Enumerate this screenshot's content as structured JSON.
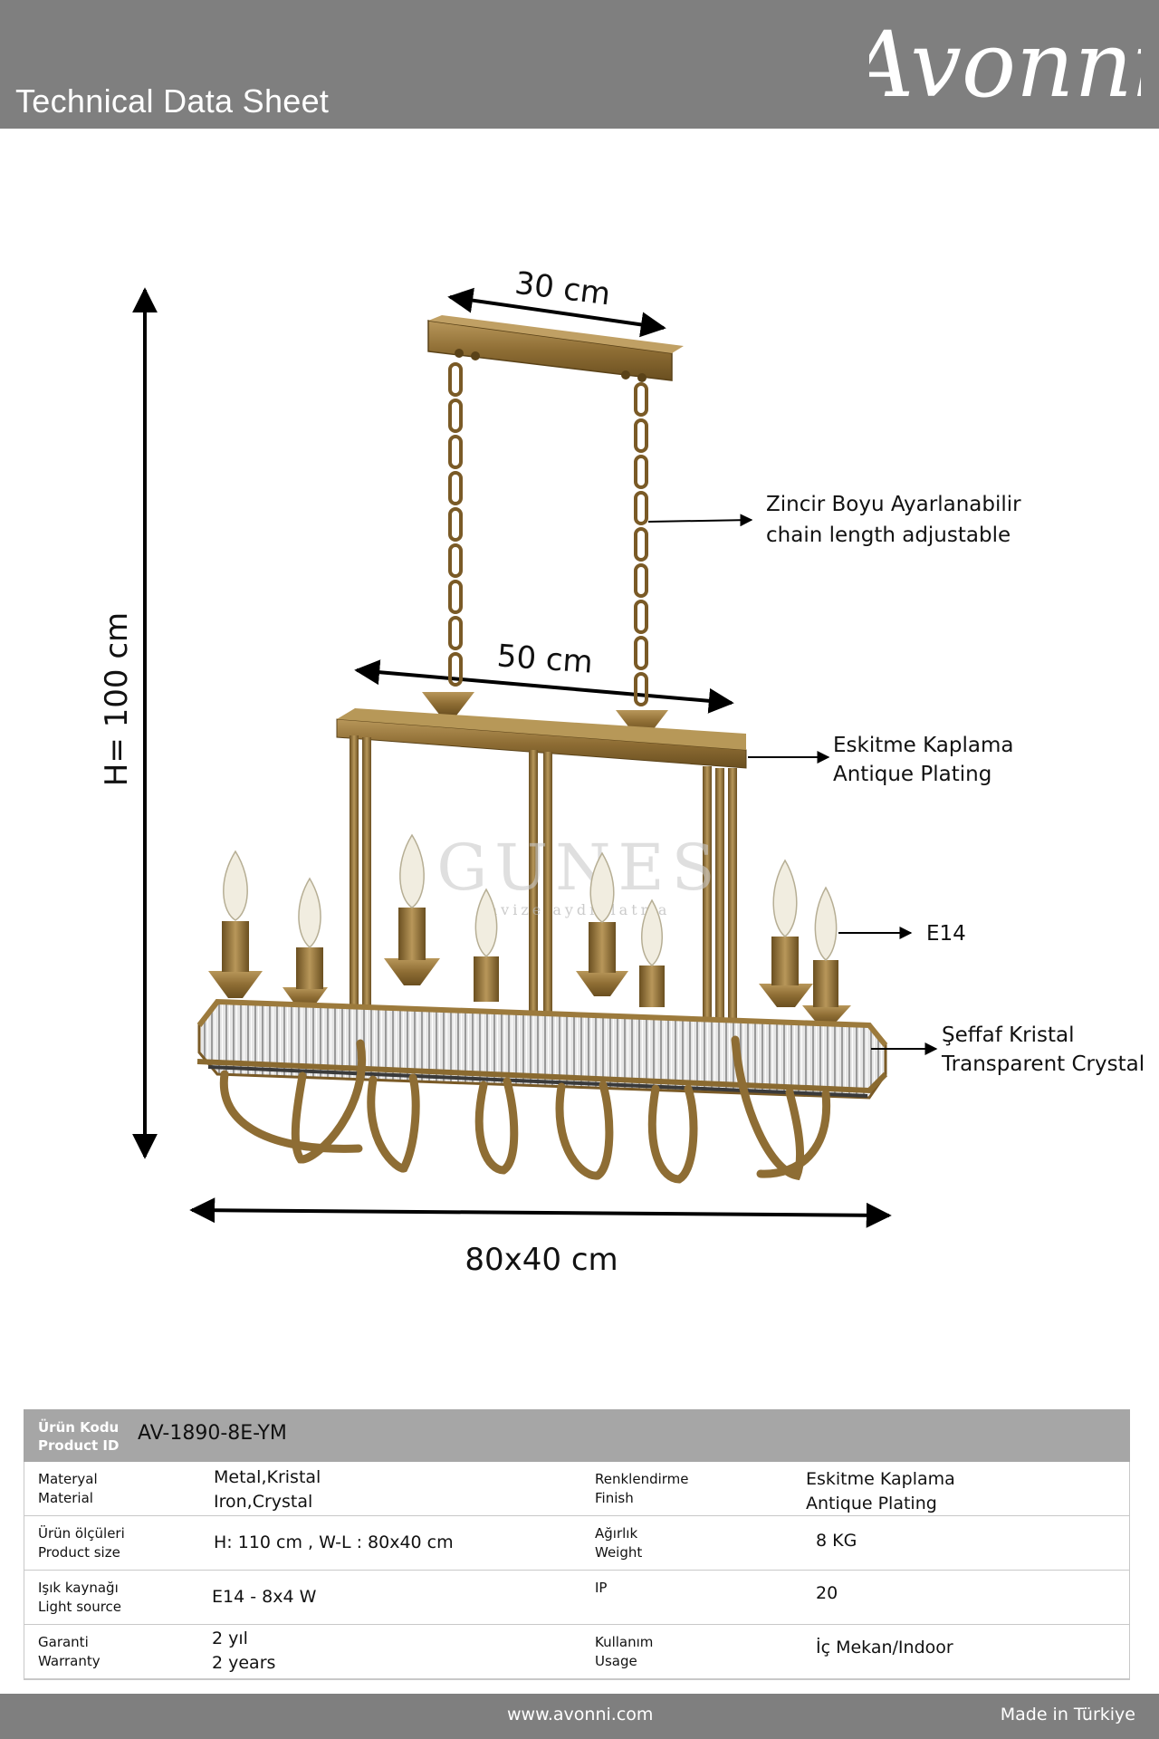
{
  "header": {
    "title": "Technical Data Sheet",
    "brand": "Avonni"
  },
  "drawing": {
    "dimensions": {
      "top_width": "30 cm",
      "frame_width": "50 cm",
      "height": "H= 100 cm",
      "base": "80x40 cm"
    },
    "callouts": {
      "chain_tr": "Zincir Boyu Ayarlanabilir",
      "chain_en": "chain length adjustable",
      "plating_tr": "Eskitme Kaplama",
      "plating_en": "Antique Plating",
      "socket": "E14",
      "crystal_tr": "Şeffaf Kristal",
      "crystal_en": "Transparent Crystal"
    },
    "watermark": {
      "main": "GUNES",
      "sub": "avize aydınlatma"
    },
    "colors": {
      "brass": "#9c7a3c",
      "brass_dark": "#6e5222",
      "crystal": "#d9d9d9"
    }
  },
  "table": {
    "product_id": {
      "label_tr": "Ürün Kodu",
      "label_en": "Product ID",
      "value": "AV-1890-8E-YM"
    },
    "rows": [
      {
        "left": {
          "label_tr": "Materyal",
          "label_en": "Material",
          "value1": "Metal,Kristal",
          "value2": "Iron,Crystal"
        },
        "right": {
          "label_tr": "Renklendirme",
          "label_en": "Finish",
          "value1": "Eskitme Kaplama",
          "value2": "Antique Plating"
        }
      },
      {
        "left": {
          "label_tr": "Ürün ölçüleri",
          "label_en": "Product size",
          "value1": "H: 110 cm , W-L : 80x40 cm",
          "value2": ""
        },
        "right": {
          "label_tr": "Ağırlık",
          "label_en": "Weight",
          "value1": "8 KG",
          "value2": ""
        }
      },
      {
        "left": {
          "label_tr": "Işık kaynağı",
          "label_en": "Light source",
          "value1": "E14 - 8x4 W",
          "value2": ""
        },
        "right": {
          "label_tr": "IP",
          "label_en": "",
          "value1": "20",
          "value2": ""
        }
      },
      {
        "left": {
          "label_tr": "Garanti",
          "label_en": "Warranty",
          "value1": "2 yıl",
          "value2": "2 years"
        },
        "right": {
          "label_tr": "Kullanım",
          "label_en": "Usage",
          "value1": "İç Mekan/Indoor",
          "value2": ""
        }
      }
    ]
  },
  "footer": {
    "url": "www.avonni.com",
    "made": "Made in Türkiye"
  }
}
